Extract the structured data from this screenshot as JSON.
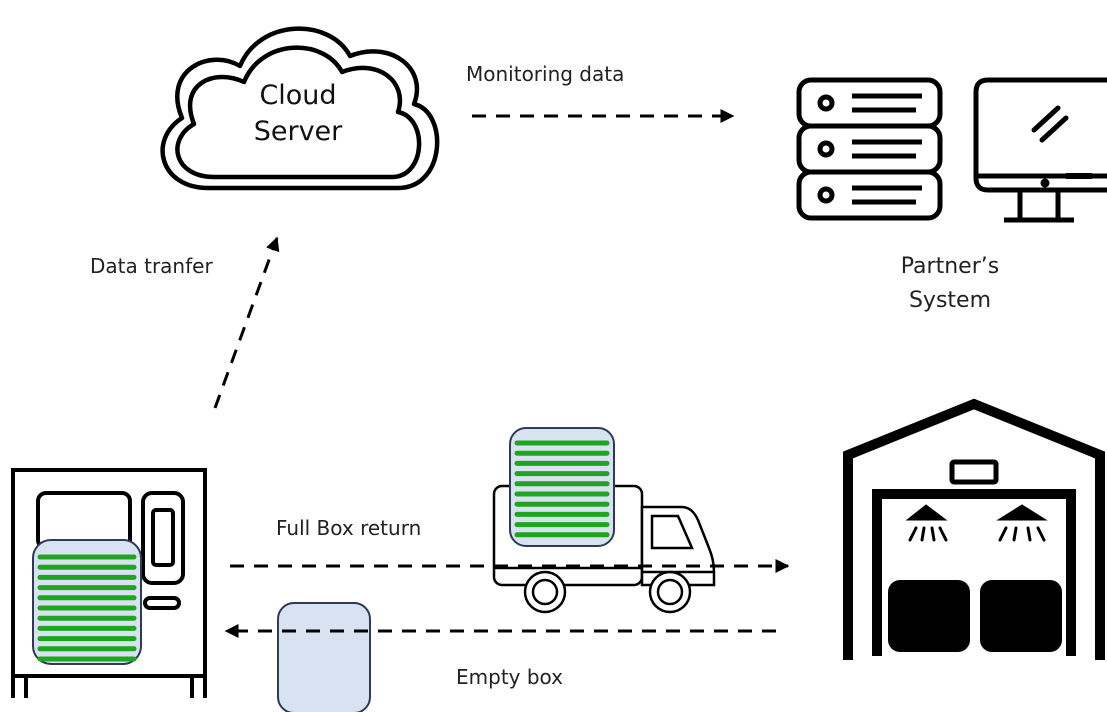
{
  "cloud": {
    "line1": "Cloud",
    "line2": "Server"
  },
  "partner": {
    "line1": "Partner’s",
    "line2": "System"
  },
  "flows": {
    "monitoring": "Monitoring data",
    "transfer": "Data tranfer",
    "full_return": "Full Box return",
    "empty": "Empty box"
  },
  "icons": {
    "cloud": "cloud-icon",
    "server": "server-rack-icon",
    "monitor": "desktop-monitor-icon",
    "vending": "box-station-icon",
    "truck": "delivery-truck-icon",
    "warehouse": "warehouse-icon"
  },
  "colors": {
    "box_fill": "#d8e2f1",
    "box_stroke": "#2d3b55",
    "stripe": "#1fa51f",
    "line": "#000000"
  }
}
